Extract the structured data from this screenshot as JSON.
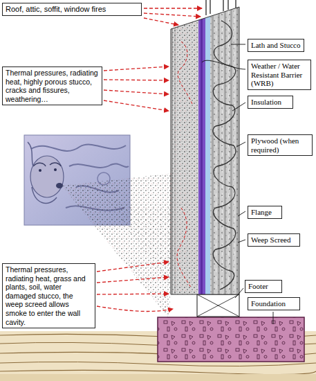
{
  "diagram": {
    "nodes": [
      {
        "text": [
          "Roof, attic, soffit, window fires"
        ]
      },
      {
        "text": [
          "Lath and Stucco"
        ]
      },
      {
        "text": [
          "Weather / Water Resistant Barrier (WRB)"
        ]
      },
      {
        "text": [
          "Thermal pressures, radiating heat, highly porous stucco, cracks and fissures, weathering…"
        ]
      },
      {
        "text": [
          "Insulation"
        ]
      },
      {
        "text": [
          "Plywood (when required)"
        ]
      },
      {
        "text": [
          "Flange"
        ]
      },
      {
        "text": [
          "Weep Screed"
        ]
      },
      {
        "text": [
          "Thermal pressures, radiating heat, grass and plants, soil, water damaged stucco, the weep screed allows smoke to enter the wall cavity."
        ]
      },
      {
        "text": [
          "Footer"
        ]
      },
      {
        "text": [
          "Foundation"
        ]
      }
    ]
  }
}
